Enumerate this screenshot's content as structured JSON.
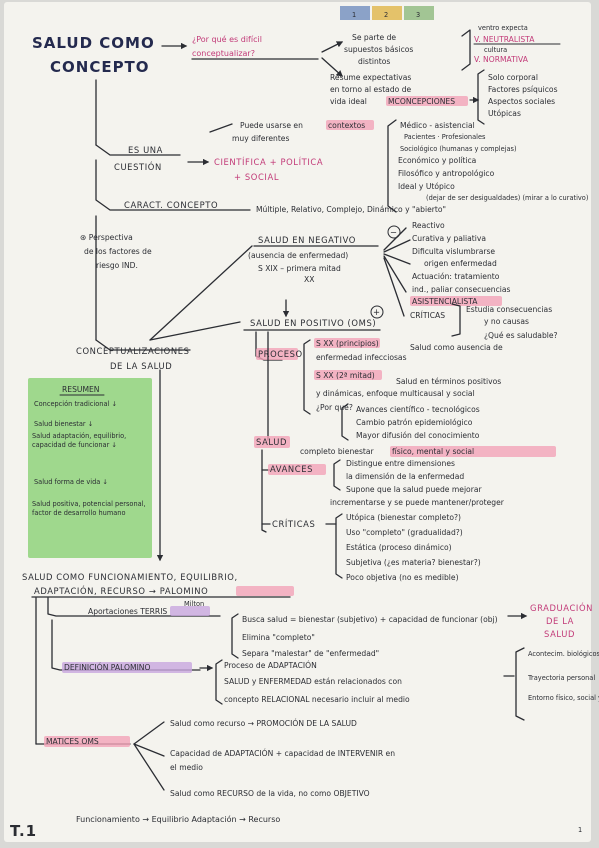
{
  "colors": {
    "paper": "#f4f3ee",
    "ink": "#2b2d33",
    "summary_bg": "#9fd88d",
    "highlight_pink": "#f2a2b8",
    "highlight_purple": "#c8a6de",
    "accent_pink": "#c23a78"
  },
  "title": {
    "line1": "SALUD COMO",
    "line2": "CONCEPTO"
  },
  "top_tabs": [
    "1",
    "2",
    "3"
  ],
  "top": {
    "es_dificil": [
      "¿Por qué es difícil",
      "conceptualizar?"
    ],
    "supuestos": [
      "Se parte de",
      "supuestos básicos",
      "distintos"
    ],
    "neutralista_note": "ventro expecta",
    "neutralista": "V. NEUTRALISTA",
    "normativa_note": "cultura",
    "normativa": "V. NORMATIVA",
    "resume": [
      "Resume expectativas",
      "en torno al estado de",
      "vida ideal"
    ],
    "concepciones": "MCONCEPCIONES",
    "concepciones_items": [
      "Solo corporal",
      "Factores psíquicos",
      "Aspectos sociales",
      "Utópicas"
    ]
  },
  "cuestion": {
    "usarse": [
      "Puede usarse en",
      "muy diferentes"
    ],
    "contextos": "contextos",
    "label": [
      "ES UNA",
      "CUESTIÓN"
    ],
    "result": [
      "CIENTÍFICA + POLÍTICA",
      "+ SOCIAL"
    ],
    "items": [
      "Médico - asistencial",
      "Pacientes · Profesionales",
      "Sociológico (humanas y complejas)",
      "Económico y política",
      "Filosófico y antropológico",
      "Ideal y Utópico"
    ],
    "items_note": "(dejar de ser desigualdades) (mirar a lo curativo)"
  },
  "caract": {
    "label": "CARACT. CONCEPTO",
    "value": "Múltiple, Relativo, Complejo, Dinámico y \"abierto\""
  },
  "negativo": {
    "title": "SALUD EN NEGATIVO",
    "sign": "−",
    "subtitle": [
      "(ausencia de enfermedad)",
      "S XIX – primera mitad",
      "XX"
    ],
    "perspectiva": [
      "⊛ Perspectiva",
      "de los factores de",
      "riesgo IND."
    ],
    "items": [
      "Reactivo",
      "Curativa y paliativa",
      "Dificulta vislumbrarse",
      "origen enfermedad",
      "Actuación: tratamiento",
      "ind., paliar consecuencias"
    ],
    "asistencialista": "ASISTENCIALISTA",
    "criticas": "CRÍTICAS",
    "criticas_text": [
      "Estudia consecuencias",
      "y no causas",
      "¿Qué es saludable?"
    ]
  },
  "positivo": {
    "title": "SALUD EN POSITIVO (OMS)",
    "sign": "+",
    "proceso": "PROCESO",
    "proceso_items": [
      "S XX (principios)",
      "enfermedad infecciosas",
      "S XX (2ª mitad)",
      "y dinámicas, enfoque multicausal y social",
      "¿Por qué?"
    ],
    "proceso_notes": [
      "Salud como ausencia de",
      "Salud en términos positivos"
    ],
    "porque_items": [
      "Avances científico - tecnológicos",
      "Cambio patrón epidemiológico",
      "Mayor difusión del conocimiento"
    ],
    "salud": "SALUD",
    "completo": "completo bienestar",
    "fisico": "físico, mental y social",
    "avances": "AVANCES",
    "avances_items": [
      "Distingue entre dimensiones",
      "la dimensión de la enfermedad",
      "Supone que la salud puede mejorar",
      "incrementarse y se puede mantener/proteger"
    ],
    "criticas": "CRÍTICAS",
    "criticas_items": [
      "Utópica (bienestar completo?)",
      "Uso \"completo\" (gradualidad?)",
      "Estática (proceso dinámico)",
      "Subjetiva (¿es materia? bienestar?)",
      "Poco objetiva (no es medible)"
    ]
  },
  "conceptualizaciones": [
    "CONCEPTUALIZACIONES",
    "DE LA SALUD"
  ],
  "resumen": {
    "title": "RESUMEN",
    "items": [
      "Concepción tradicional ↓",
      "Salud bienestar ↓",
      "Salud adaptación, equilibrio, capacidad de funcionar ↓",
      "Salud forma de vida ↓",
      "Salud positiva, potencial personal, factor de desarrollo humano"
    ]
  },
  "funcionamiento": {
    "title": [
      "SALUD COMO FUNCIONAMIENTO, EQUILIBRIO,",
      "ADAPTACIÓN, RECURSO → PALOMINO"
    ],
    "aport_label": "Aportaciones TERRIS",
    "aport_note": "Milton",
    "aport_items": [
      "Busca salud = bienestar (subjetivo) + capacidad de funcionar (obj)",
      "Elimina \"completo\"",
      "Separa \"malestar\" de \"enfermedad\""
    ],
    "graduacion": [
      "GRADUACIÓN",
      "DE LA",
      "SALUD"
    ],
    "def_label": "DEFINICIÓN PALOMINO",
    "def_items": [
      "Proceso de ADAPTACIÓN",
      "SALUD y ENFERMEDAD están relacionados con",
      "concepto RELACIONAL necesario incluir al medio"
    ],
    "def_right": [
      "Acontecim. biológicos",
      "Trayectoria personal",
      "Entorno físico, social y cultural"
    ],
    "matices_label": "MATICES OMS",
    "matices_items": [
      "Salud como recurso → PROMOCIÓN DE LA SALUD",
      "Capacidad de ADAPTACIÓN + capacidad de INTERVENIR en",
      "el medio",
      "Salud como RECURSO de la vida, no como OBJETIVO"
    ],
    "footer": "Funcionamiento → Equilibrio Adaptación → Recurso"
  },
  "page_label": "T.1",
  "page_number": "1"
}
